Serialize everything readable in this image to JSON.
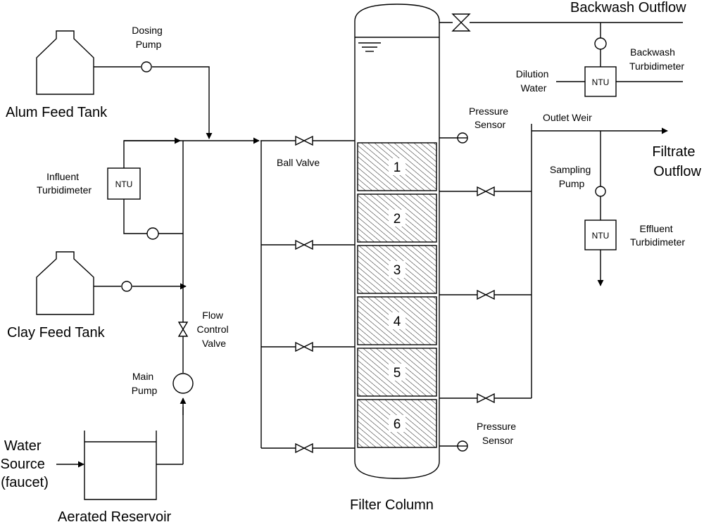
{
  "labels": {
    "alum_feed_tank": "Alum Feed Tank",
    "clay_feed_tank": "Clay Feed Tank",
    "aerated_reservoir": "Aerated Reservoir",
    "filter_column": "Filter Column",
    "backwash_outflow": "Backwash Outflow",
    "filtrate_outflow": [
      "Filtrate",
      "Outflow"
    ],
    "water_source": [
      "Water",
      "Source",
      "(faucet)"
    ],
    "dosing_pump": [
      "Dosing",
      "Pump"
    ],
    "influent_turbidimeter": [
      "Influent",
      "Turbidimeter"
    ],
    "flow_control_valve": [
      "Flow",
      "Control",
      "Valve"
    ],
    "main_pump": [
      "Main",
      "Pump"
    ],
    "ball_valve": "Ball Valve",
    "pressure_sensor_top": [
      "Pressure",
      "Sensor"
    ],
    "pressure_sensor_bottom": [
      "Pressure",
      "Sensor"
    ],
    "outlet_weir": "Outlet Weir",
    "sampling_pump": [
      "Sampling",
      "Pump"
    ],
    "effluent_turbidimeter": [
      "Effluent",
      "Turbidimeter"
    ],
    "dilution_water": [
      "Dilution",
      "Water"
    ],
    "backwash_turbidimeter": [
      "Backwash",
      "Turbidimeter"
    ],
    "ntu": "NTU"
  },
  "filter_sections": [
    "1",
    "2",
    "3",
    "4",
    "5",
    "6"
  ],
  "colors": {
    "line": "#000000",
    "background": "#ffffff"
  }
}
